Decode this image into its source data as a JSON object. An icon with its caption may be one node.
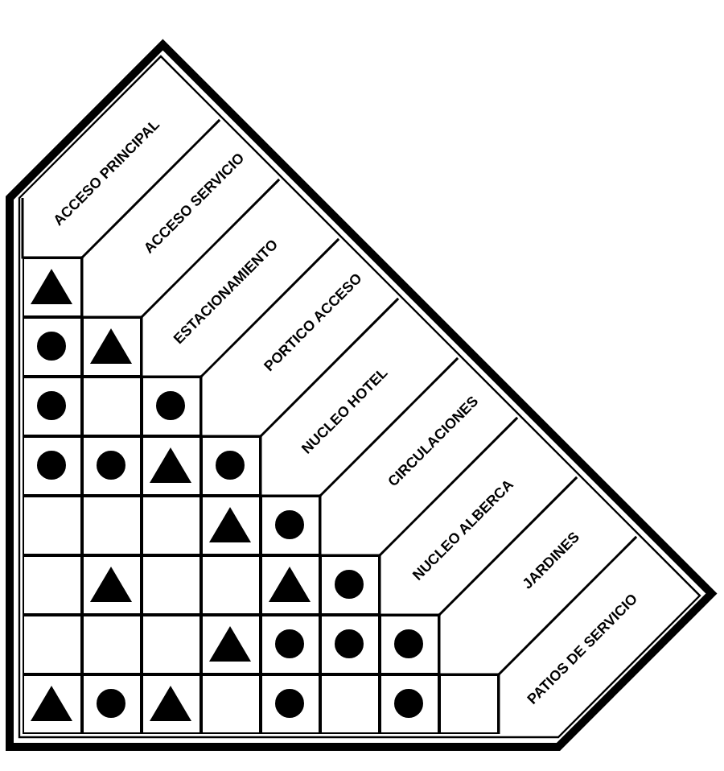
{
  "diagram": {
    "nodes": [
      {
        "text": [
          "ACCESO PRINCIPAL"
        ]
      },
      {
        "text": [
          "ACCESO SERVICIO"
        ]
      },
      {
        "text": [
          "ESTACIONAMIENTO"
        ]
      },
      {
        "text": [
          "PORTICO ACCESO"
        ]
      },
      {
        "text": [
          "NUCLEO HOTEL"
        ]
      },
      {
        "text": [
          "CIRCULACIONES"
        ]
      },
      {
        "text": [
          "NUCLEO ALBERCA"
        ]
      },
      {
        "text": [
          "JARDINES"
        ]
      },
      {
        "text": [
          "PATIOS DE SERVICIO"
        ]
      },
      {
        "text": [],
        "shape": "box"
      },
      {
        "text": [],
        "shape": "triangle",
        "in": 9
      },
      {
        "text": [],
        "shape": "box"
      },
      {
        "text": [],
        "shape": "circle",
        "in": 11
      },
      {
        "text": [],
        "shape": "box"
      },
      {
        "text": [],
        "shape": "triangle",
        "in": 13
      },
      {
        "text": [],
        "shape": "box"
      },
      {
        "text": [],
        "shape": "circle",
        "in": 15
      },
      {
        "text": [],
        "shape": "box"
      },
      {
        "text": [],
        "shape": "box"
      },
      {
        "text": [],
        "shape": "circle",
        "in": 18
      },
      {
        "text": [],
        "shape": "box"
      },
      {
        "text": [],
        "shape": "circle",
        "in": 20
      },
      {
        "text": [],
        "shape": "box"
      },
      {
        "text": [],
        "shape": "circle",
        "in": 22
      },
      {
        "text": [],
        "shape": "box"
      },
      {
        "text": [],
        "shape": "triangle",
        "in": 24
      },
      {
        "text": [],
        "shape": "box"
      },
      {
        "text": [],
        "shape": "circle",
        "in": 26
      },
      {
        "text": [],
        "shape": "box"
      },
      {
        "text": [],
        "shape": "box"
      },
      {
        "text": [],
        "shape": "box"
      },
      {
        "text": [],
        "shape": "box"
      },
      {
        "text": [],
        "shape": "triangle",
        "in": 31
      },
      {
        "text": [],
        "shape": "box"
      },
      {
        "text": [],
        "shape": "circle",
        "in": 33
      },
      {
        "text": [],
        "shape": "box"
      },
      {
        "text": [],
        "shape": "box"
      },
      {
        "text": [],
        "shape": "triangle",
        "in": 36
      },
      {
        "text": [],
        "shape": "box"
      },
      {
        "text": [],
        "shape": "box"
      },
      {
        "text": [],
        "shape": "box"
      },
      {
        "text": [],
        "shape": "triangle",
        "in": 40
      },
      {
        "text": [],
        "shape": "box"
      },
      {
        "text": [],
        "shape": "circle",
        "in": 42
      },
      {
        "text": [],
        "shape": "box"
      },
      {
        "text": [],
        "shape": "box"
      },
      {
        "text": [],
        "shape": "box"
      },
      {
        "text": [],
        "shape": "box"
      },
      {
        "text": [],
        "shape": "triangle",
        "in": 47
      },
      {
        "text": [],
        "shape": "box"
      },
      {
        "text": [],
        "shape": "circle",
        "in": 49
      },
      {
        "text": [],
        "shape": "box"
      },
      {
        "text": [],
        "shape": "circle",
        "in": 51
      },
      {
        "text": [],
        "shape": "box"
      },
      {
        "text": [],
        "shape": "circle",
        "in": 53
      },
      {
        "text": [],
        "shape": "box"
      },
      {
        "text": [],
        "shape": "triangle",
        "in": 55
      },
      {
        "text": [],
        "shape": "box"
      },
      {
        "text": [],
        "shape": "circle",
        "in": 57
      },
      {
        "text": [],
        "shape": "box"
      },
      {
        "text": [],
        "shape": "triangle",
        "in": 59
      },
      {
        "text": [],
        "shape": "box"
      },
      {
        "text": [],
        "shape": "box"
      },
      {
        "text": [],
        "shape": "circle",
        "in": 62
      },
      {
        "text": [],
        "shape": "box"
      },
      {
        "text": [],
        "shape": "box"
      },
      {
        "text": [],
        "shape": "circle",
        "in": 65
      },
      {
        "text": [],
        "shape": "box"
      }
    ]
  }
}
